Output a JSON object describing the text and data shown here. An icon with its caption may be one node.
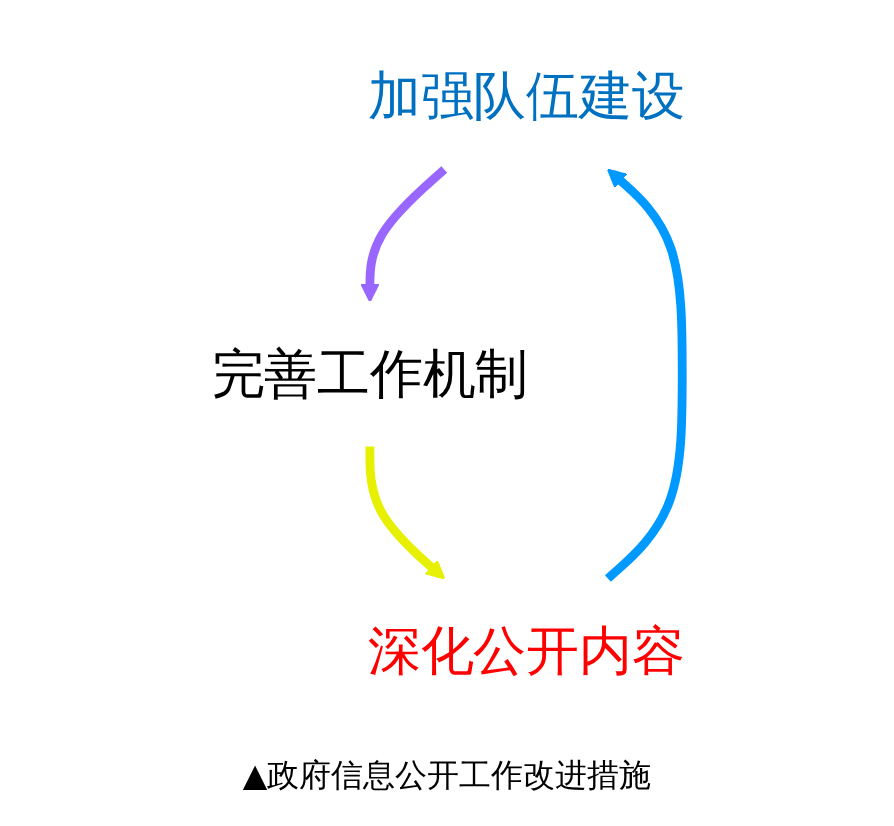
{
  "diagram": {
    "caption": "▲政府信息公开工作改进措施",
    "nodes": [
      {
        "text": [
          "加强队伍建设"
        ]
      },
      {
        "text": [
          "完善工作机制"
        ]
      },
      {
        "text": [
          "深化公开内容"
        ]
      }
    ],
    "edges": [
      {
        "from": 0,
        "to": 1,
        "arrow": "to",
        "color": "#9966ff"
      },
      {
        "from": 1,
        "to": 2,
        "arrow": "to",
        "color": "#e6f000"
      },
      {
        "from": 2,
        "to": 0,
        "arrow": "to",
        "color": "#0099ff"
      }
    ]
  }
}
